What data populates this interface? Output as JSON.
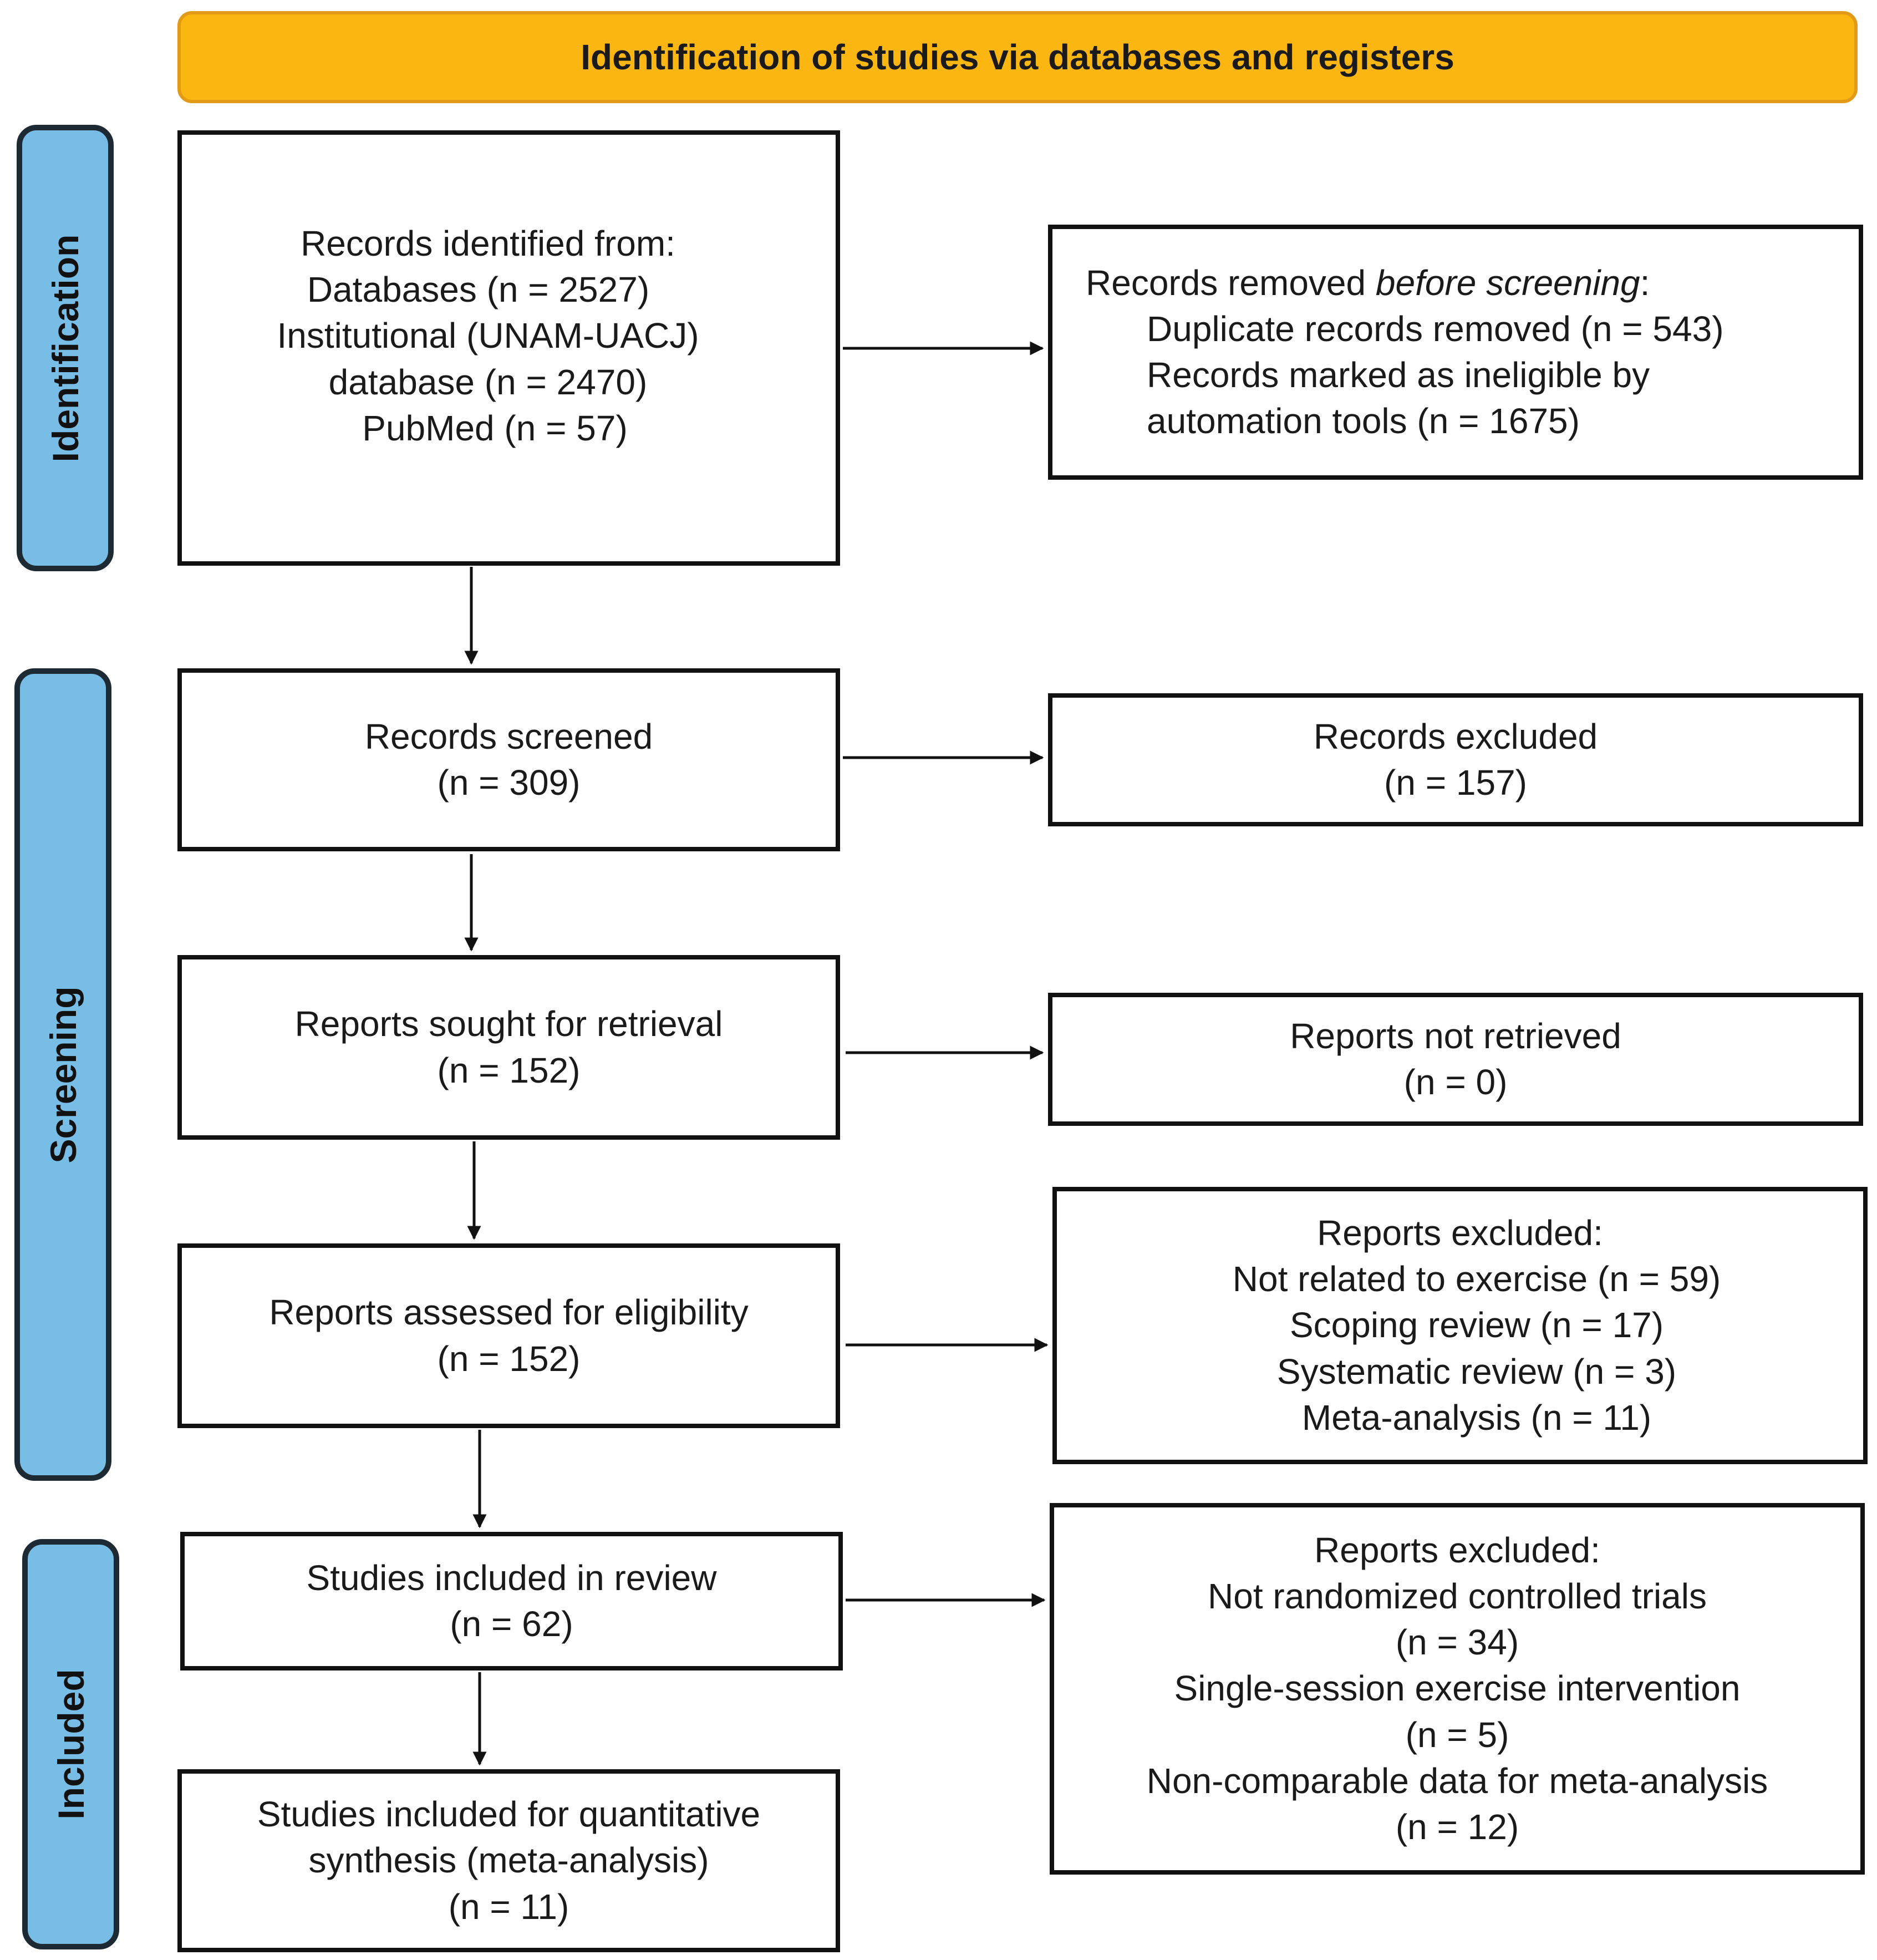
{
  "header": "Identification of studies via databases and registers",
  "stages": {
    "identification": "Identification",
    "screening": "Screening",
    "included": "Included"
  },
  "boxes": {
    "identified": {
      "lines": [
        "Records identified from:",
        "Databases (n = 2527)",
        "Institutional (UNAM-UACJ)",
        "database (n = 2470)",
        "PubMed (n = 57)"
      ]
    },
    "removed": {
      "title_prefix": "Records removed ",
      "title_italic": "before screening",
      "title_suffix": ":",
      "lines": [
        "Duplicate records removed (n = 543)",
        "Records marked as ineligible by",
        "automation tools (n = 1675)"
      ]
    },
    "screened": {
      "lines": [
        "Records screened",
        "(n = 309)"
      ]
    },
    "excluded": {
      "lines": [
        "Records excluded",
        "(n = 157)"
      ]
    },
    "sought": {
      "lines": [
        "Reports sought for retrieval",
        "(n = 152)"
      ]
    },
    "not_retrieved": {
      "lines": [
        "Reports not retrieved",
        "(n = 0)"
      ]
    },
    "assessed": {
      "lines": [
        "Reports assessed for eligibility",
        "(n = 152)"
      ]
    },
    "reports_excluded_1": {
      "lines": [
        "Reports excluded:",
        "Not related to exercise (n = 59)",
        "Scoping review (n = 17)",
        "Systematic review (n = 3)",
        "Meta-analysis (n = 11)"
      ]
    },
    "included_review": {
      "lines": [
        "Studies included in review",
        "(n = 62)"
      ]
    },
    "reports_excluded_2": {
      "lines": [
        "Reports excluded:",
        "Not randomized controlled trials",
        "(n = 34)",
        "Single-session exercise intervention",
        "(n = 5)",
        "Non-comparable data for meta-analysis",
        "(n = 12)"
      ]
    },
    "quantitative": {
      "lines": [
        "Studies included for quantitative",
        "synthesis (meta-analysis)",
        "(n = 11)"
      ]
    }
  }
}
